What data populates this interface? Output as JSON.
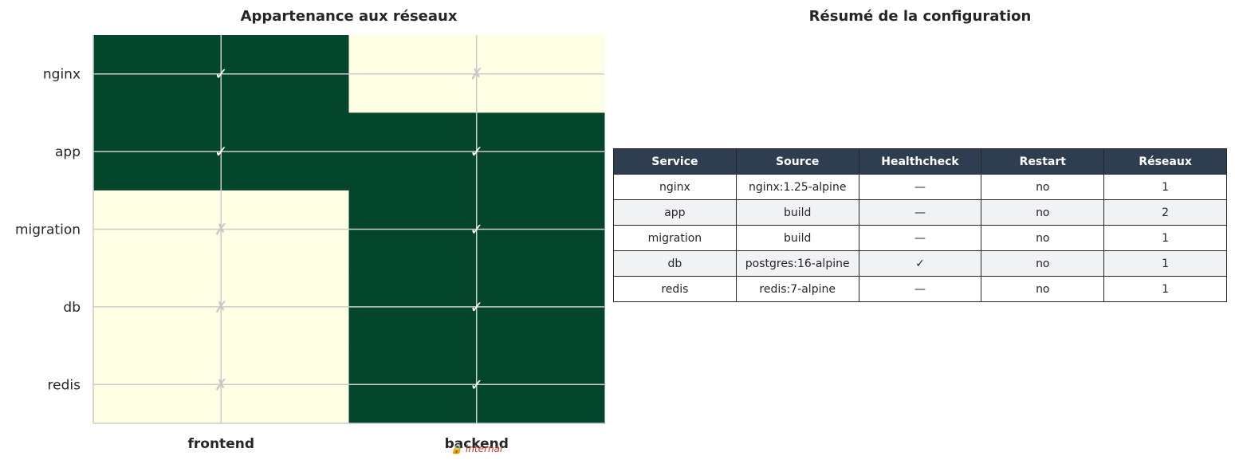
{
  "panels": {
    "left_title": "Appartenance aux réseaux",
    "right_title": "Résumé de la configuration"
  },
  "chart_data": [
    {
      "type": "heatmap",
      "title": "Appartenance aux réseaux",
      "x_categories": [
        "frontend",
        "backend"
      ],
      "x_annotations": [
        "",
        "🔒 internal"
      ],
      "y_categories": [
        "nginx",
        "app",
        "migration",
        "db",
        "redis"
      ],
      "values": [
        [
          1,
          0
        ],
        [
          1,
          1
        ],
        [
          0,
          1
        ],
        [
          0,
          1
        ],
        [
          0,
          1
        ]
      ],
      "cell_marks": {
        "member": "✓",
        "non_member": "✗"
      },
      "colors": {
        "member": "#03462b",
        "non_member": "#ffffe5",
        "mark_member": "#ffffff",
        "mark_non_member": "#c8c8c8",
        "grid": "#cccccc",
        "annotation": "#c0392b"
      },
      "grid": true
    },
    {
      "type": "table",
      "title": "Résumé de la configuration",
      "columns": [
        "Service",
        "Source",
        "Healthcheck",
        "Restart",
        "Réseaux"
      ],
      "rows": [
        [
          "nginx",
          "nginx:1.25-alpine",
          "—",
          "no",
          "1"
        ],
        [
          "app",
          "build",
          "—",
          "no",
          "2"
        ],
        [
          "migration",
          "build",
          "—",
          "no",
          "1"
        ],
        [
          "db",
          "postgres:16-alpine",
          "✓",
          "no",
          "1"
        ],
        [
          "redis",
          "redis:7-alpine",
          "—",
          "no",
          "1"
        ]
      ]
    }
  ]
}
